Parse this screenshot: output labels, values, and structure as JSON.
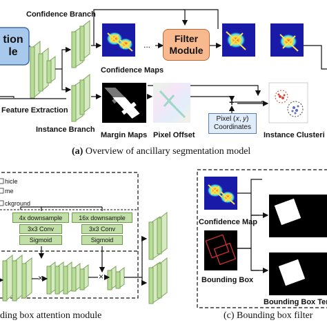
{
  "panel_a": {
    "input_label": "tion\nle",
    "feature_extraction": "Feature Extraction",
    "confidence_branch": "Confidence Branch",
    "instance_branch": "Instance Branch",
    "confidence_maps": "Confidence Maps",
    "filter_module": "Filter\nModule",
    "margin_maps": "Margin Maps",
    "pixel_offset": "Pixel Offset",
    "pixel_coords": "Pixel (𝑥, 𝑦)\nCoordinates",
    "instance_clustering": "Instance Clusteri",
    "plus_symbol": "+",
    "dots": "...",
    "caption_prefix": "(a)",
    "caption": " Overview of ancillary segmentation model"
  },
  "panel_b": {
    "legend_items": [
      "hicle",
      "me",
      "ckground"
    ],
    "downsample_4x": "4x downsample",
    "downsample_16x": "16x downsample",
    "conv": "3x3 Conv",
    "sigmoid": "Sigmoid",
    "times": "×",
    "caption": "ding box attention module"
  },
  "panel_c": {
    "confidence_map": "Confidence Map",
    "bounding_box": "Bounding Box",
    "bounding_box_template": "Bounding Box Ter",
    "caption": "(c) Bounding box filter"
  },
  "colors": {
    "block_green": "#b9db98",
    "filter_orange": "#f9b98f",
    "input_blue": "#a9c9ec",
    "coord_blue": "#e1ecfa",
    "heatmap_bg": "#1a1aa8"
  }
}
